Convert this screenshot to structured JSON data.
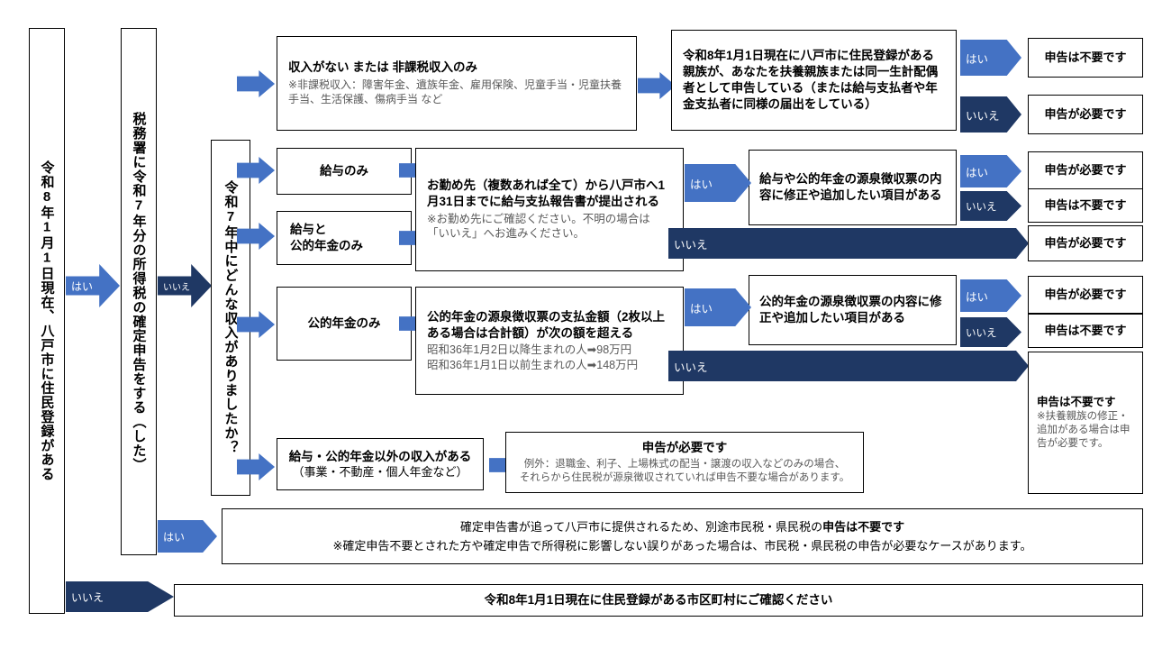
{
  "meta": {
    "doc_title": "令和8年度 市民税・県民税 申告要否フローチャート",
    "colors": {
      "arrow_light": "#4472C4",
      "arrow_dark": "#1F3864",
      "border": "#000000",
      "note_text": "#595959"
    }
  },
  "start": {
    "label": "令和8年1月1日現在、八戸市に住民登録がある"
  },
  "step2": {
    "label": "税務署に令和7年分の所得税の確定申告をする（した）"
  },
  "step3": {
    "label": "令和7年中にどんな収入がありましたか？"
  },
  "labels": {
    "yes": "はい",
    "no": "いいえ"
  },
  "income_types": [
    {
      "id": "none",
      "label": "収入がない または 非課税収入のみ",
      "note": "※非課税収入：障害年金、遺族年金、雇用保険、児童手当・児童扶養手当、生活保護、傷病手当 など"
    },
    {
      "id": "salary",
      "label": "給与のみ"
    },
    {
      "id": "salary_pension",
      "label": "給与と\n公的年金のみ"
    },
    {
      "id": "pension",
      "label": "公的年金のみ"
    },
    {
      "id": "other",
      "label": "給与・公的年金以外の収入がある",
      "note": "（事業・不動産・個人年金など）"
    }
  ],
  "questions": {
    "dependent": "令和8年1月1日現在に八戸市に住民登録がある親族が、あなたを扶養親族または同一生計配偶者として申告している（または給与支払者や年金支払者に同様の届出をしている）",
    "salary_report": {
      "main": "お勤め先（複数あれば全て）から八戸市へ1月31日までに給与支払報告書が提出される",
      "note": "※お勤め先にご確認ください。不明の場合は「いいえ」へお進みください。"
    },
    "pension_amount": {
      "main": "公的年金の源泉徴収票の支払金額（2枚以上ある場合は合計額）が次の額を超える",
      "note1": "昭和36年1月2日以降生まれの人➡98万円",
      "note2": "昭和36年1月1日以前生まれの人➡148万円"
    },
    "withholding_fix_salary": "給与や公的年金の源泉徴収票の内容に修正や追加したい項目がある",
    "withholding_fix_pension": "公的年金の源泉徴収票の内容に修正や追加したい項目がある"
  },
  "results": {
    "not_required": "申告は不要です",
    "required": "申告が必要です",
    "not_required_with_note": {
      "main": "申告は不要です",
      "note": "※扶養親族の修正・追加がある場合は申告が必要です。"
    },
    "other_income": {
      "main": "申告が必要です",
      "note1": "例外：退職金、利子、上場株式の配当・譲渡の収入などのみの場合、",
      "note2": "それらから住民税が源泉徴収されていれば申告不要な場合があります。"
    },
    "kakutei_done": {
      "line1_a": "確定申告書が追って八戸市に提供されるため、別途市民税・県民税の",
      "line1_b": "申告は不要です",
      "line2": "※確定申告不要とされた方や確定申告で所得税に影響しない誤りがあった場合は、市民税・県民税の申告が必要なケースがあります。"
    },
    "other_city": "令和8年1月1日現在に住民登録がある市区町村にご確認ください"
  },
  "result_boxes": [
    {
      "id": "r1",
      "text": "申告は不要です"
    },
    {
      "id": "r2",
      "text": "申告が必要です"
    },
    {
      "id": "r3",
      "text": "申告が必要です"
    },
    {
      "id": "r4",
      "text": "申告は不要です"
    },
    {
      "id": "r5",
      "text": "申告が必要です"
    },
    {
      "id": "r6",
      "text": "申告が必要です"
    },
    {
      "id": "r7",
      "text": "申告は不要です"
    }
  ]
}
